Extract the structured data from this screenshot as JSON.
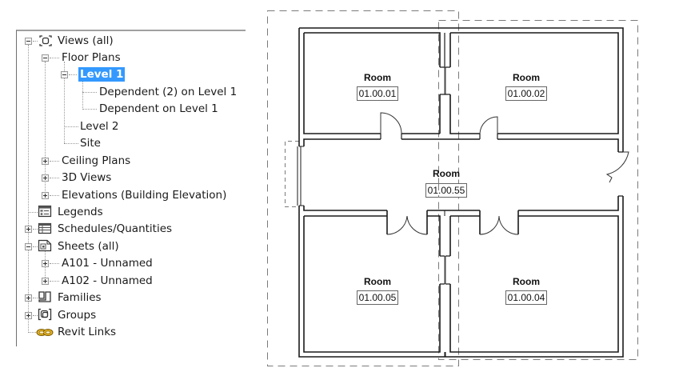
{
  "project_browser": {
    "items": [
      {
        "label": "Views (all)",
        "icon": "views-icon",
        "expanded": true,
        "level": 0
      },
      {
        "label": "Floor Plans",
        "expanded": true,
        "level": 1
      },
      {
        "label": "Level 1",
        "expanded": true,
        "selected": true,
        "level": 2
      },
      {
        "label": "Dependent (2) on Level 1",
        "level": 3
      },
      {
        "label": "Dependent on Level 1",
        "level": 3
      },
      {
        "label": "Level 2",
        "level": 2
      },
      {
        "label": "Site",
        "level": 2
      },
      {
        "label": "Ceiling Plans",
        "expanded": false,
        "level": 1
      },
      {
        "label": "3D Views",
        "expanded": false,
        "level": 1
      },
      {
        "label": "Elevations (Building Elevation)",
        "expanded": false,
        "level": 1
      },
      {
        "label": "Legends",
        "icon": "legends-icon",
        "level": 0
      },
      {
        "label": "Schedules/Quantities",
        "icon": "schedules-icon",
        "expanded": false,
        "level": 0
      },
      {
        "label": "Sheets (all)",
        "icon": "sheets-icon",
        "expanded": true,
        "level": 0
      },
      {
        "label": "A101 - Unnamed",
        "expanded": false,
        "level": 1
      },
      {
        "label": "A102 - Unnamed",
        "expanded": false,
        "level": 1
      },
      {
        "label": "Families",
        "icon": "families-icon",
        "expanded": false,
        "level": 0
      },
      {
        "label": "Groups",
        "icon": "groups-icon",
        "expanded": false,
        "level": 0
      },
      {
        "label": "Revit Links",
        "icon": "revit-links-icon",
        "level": 0
      }
    ],
    "selection_color": "#3399ff"
  },
  "floor_plan": {
    "rooms": [
      {
        "name": "Room",
        "number": "01.00.01"
      },
      {
        "name": "Room",
        "number": "01.00.02"
      },
      {
        "name": "Room",
        "number": "01.00.55"
      },
      {
        "name": "Room",
        "number": "01.00.05"
      },
      {
        "name": "Room",
        "number": "01.00.04"
      }
    ],
    "wall_color": "#1a1a1a",
    "crop_region_color": "#7a7a7a"
  }
}
